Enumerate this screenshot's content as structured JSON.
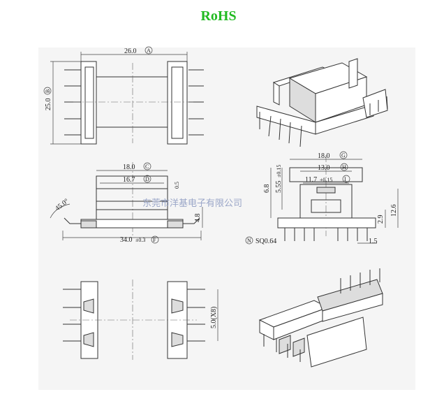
{
  "header": {
    "title": "RoHS",
    "title_color": "#22bb22"
  },
  "watermark": {
    "text": "东莞市洋基电子有限公司",
    "color": "#9aa6c8"
  },
  "dimensions": {
    "top_width": "26.0",
    "top_width_tag": "A",
    "top_height": "25.0",
    "top_height_tag": "B",
    "front_18": "18.0",
    "front_18_tag": "C",
    "front_167": "16.7",
    "front_167_tag": "D",
    "front_05": "0.5",
    "front_48": "4.8",
    "front_angle": "45.0°",
    "front_34": "34.0",
    "front_34_tol": "±0.3",
    "front_34_tag": "F",
    "side_18": "18.0",
    "side_18_tag": "G",
    "side_13": "13.0",
    "side_13_tag": "H",
    "side_117": "11.7",
    "side_117_tol": "±0.15",
    "side_117_tag": "I",
    "side_68": "6.8",
    "side_555": "5.55",
    "side_555_tol": "±0.15",
    "side_29": "2.9",
    "side_126": "12.6",
    "side_15": "1.5",
    "side_sq": "SQ0.64",
    "side_sq_tag": "N",
    "bottom_50": "5.0(X8)"
  }
}
